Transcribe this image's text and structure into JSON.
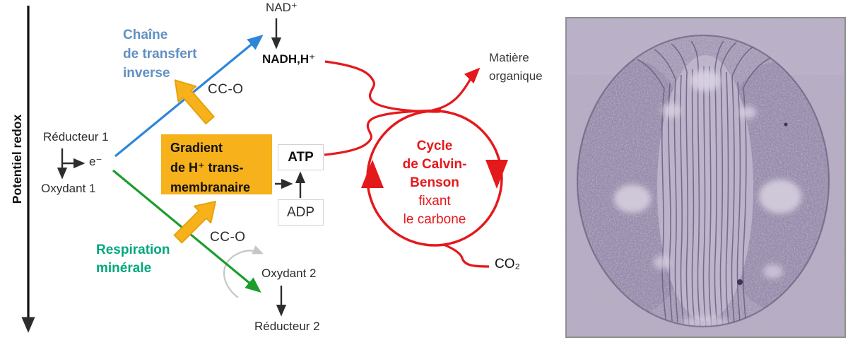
{
  "axis": {
    "label": "Potentiel redox"
  },
  "transfer_chain": {
    "l1": "Chaîne",
    "l2": "de transfert",
    "l3": "inverse"
  },
  "cco_upper": "CC-O",
  "cco_lower": "CC-O",
  "nad_plus": "NAD⁺",
  "nadh": "NADH,H⁺",
  "reducteur1": "Réducteur 1",
  "electron": "e⁻",
  "oxydant1": "Oxydant 1",
  "gradient_box": {
    "l1": "Gradient",
    "l2": "de H⁺ trans-",
    "l3": "membranaire"
  },
  "atp": "ATP",
  "adp": "ADP",
  "respiration": {
    "l1": "Respiration",
    "l2": "minérale"
  },
  "oxydant2": "Oxydant 2",
  "reducteur2": "Réducteur 2",
  "calvin": {
    "l1": "Cycle",
    "l2": "de Calvin-",
    "l3": "Benson",
    "l4": "fixant",
    "l5": "le carbone"
  },
  "matiere": {
    "l1": "Matière",
    "l2": "organique"
  },
  "co2": "CO₂",
  "colors": {
    "red": "#e4191c",
    "blue_arrow": "#2e86d8",
    "blue_text": "#6090c2",
    "green_arrow": "#1b9e2c",
    "teal_text": "#00a87c",
    "yellow": "#f6b11b",
    "label_dark": "#2d2d2d",
    "photo_background": "#b7aec4"
  }
}
